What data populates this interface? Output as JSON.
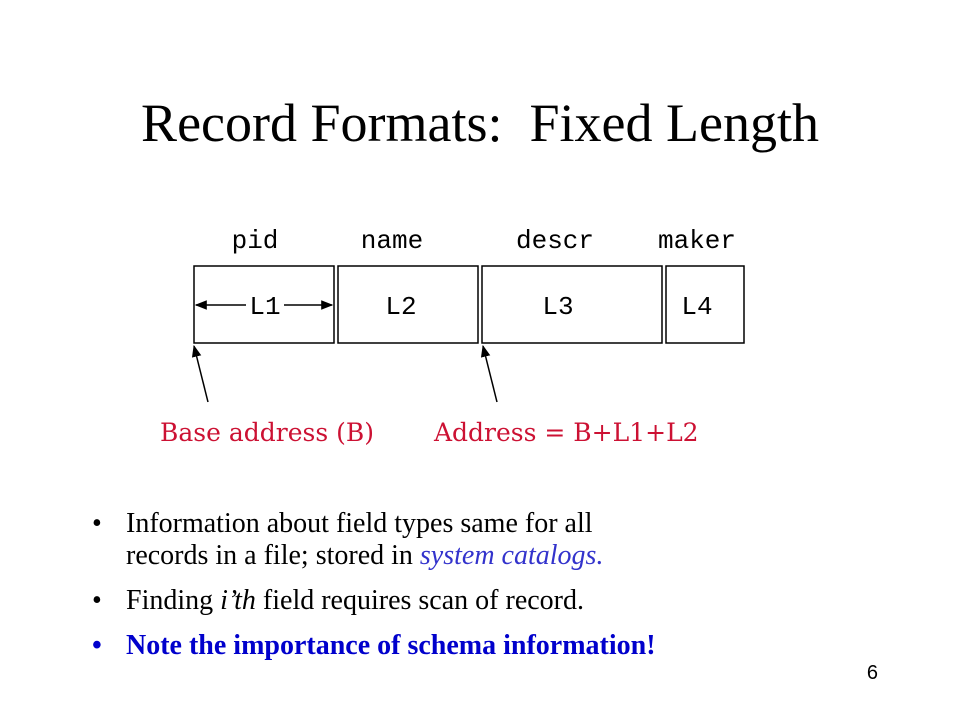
{
  "title": "Record Formats:  Fixed Length",
  "fields": [
    {
      "name": "pid",
      "length": "L1"
    },
    {
      "name": "name",
      "length": "L2"
    },
    {
      "name": "descr",
      "length": "L3"
    },
    {
      "name": "maker",
      "length": "L4"
    }
  ],
  "annotations": {
    "base": "Base address (B)",
    "address": "Address = B+L1+L2"
  },
  "bullets": [
    {
      "line1": "Information about field types same for all",
      "line2_prefix": "records in a file; stored in ",
      "line2_emph": "system catalogs."
    },
    {
      "prefix": "Finding ",
      "emph": "i’th",
      "suffix": " field requires scan of record."
    },
    {
      "text": "Note the importance of schema information!"
    }
  ],
  "bullet_symbol": "•",
  "page_number": "6",
  "colors": {
    "annotation": "#cc1133",
    "catalog": "#3333cc",
    "emphasis": "#0000cc"
  }
}
